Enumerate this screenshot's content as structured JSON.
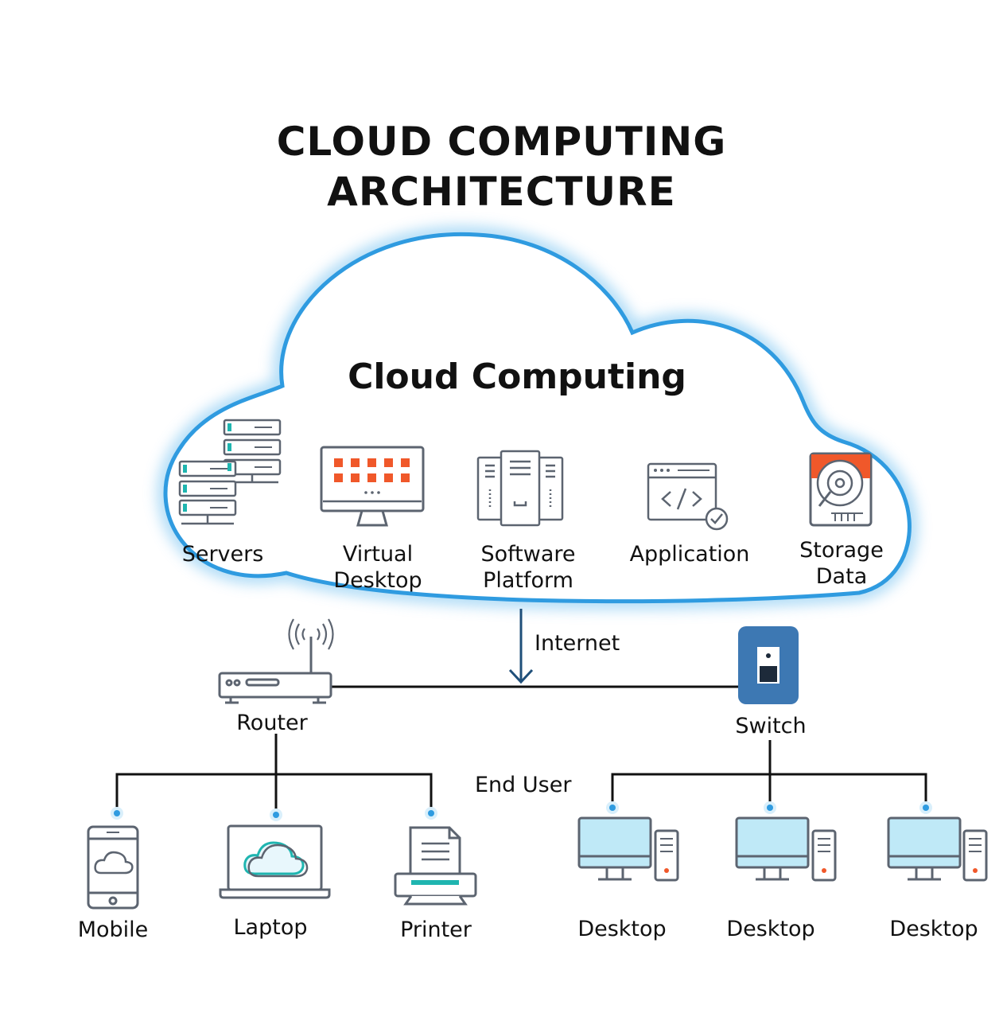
{
  "title": {
    "line1": "CLOUD COMPUTING",
    "line2": "ARCHITECTURE"
  },
  "cloud": {
    "title": "Cloud Computing",
    "services": [
      {
        "label": "Servers",
        "icon": "server-rack-icon"
      },
      {
        "label": "Virtual\nDesktop",
        "icon": "virtual-desktop-icon"
      },
      {
        "label": "Software\nPlatform",
        "icon": "software-platform-icon"
      },
      {
        "label": "Application",
        "icon": "application-code-icon"
      },
      {
        "label": "Storage\nData",
        "icon": "hard-drive-icon"
      }
    ]
  },
  "network": {
    "internet_label": "Internet",
    "router_label": "Router",
    "switch_label": "Switch",
    "end_user_label": "End User"
  },
  "devices": {
    "router_side": [
      {
        "label": "Mobile",
        "icon": "mobile-icon"
      },
      {
        "label": "Laptop",
        "icon": "laptop-icon"
      },
      {
        "label": "Printer",
        "icon": "printer-icon"
      }
    ],
    "switch_side": [
      {
        "label": "Desktop",
        "icon": "desktop-icon"
      },
      {
        "label": "Desktop",
        "icon": "desktop-icon"
      },
      {
        "label": "Desktop",
        "icon": "desktop-icon"
      }
    ]
  },
  "colors": {
    "cloud_outline": "#2f9be0",
    "accent_orange": "#f0582a",
    "accent_teal": "#1fb5b0",
    "switch_blue": "#3d78b3",
    "screen_blue": "#bfe9f7",
    "line_dark": "#111111",
    "icon_gray": "#5c6470"
  }
}
